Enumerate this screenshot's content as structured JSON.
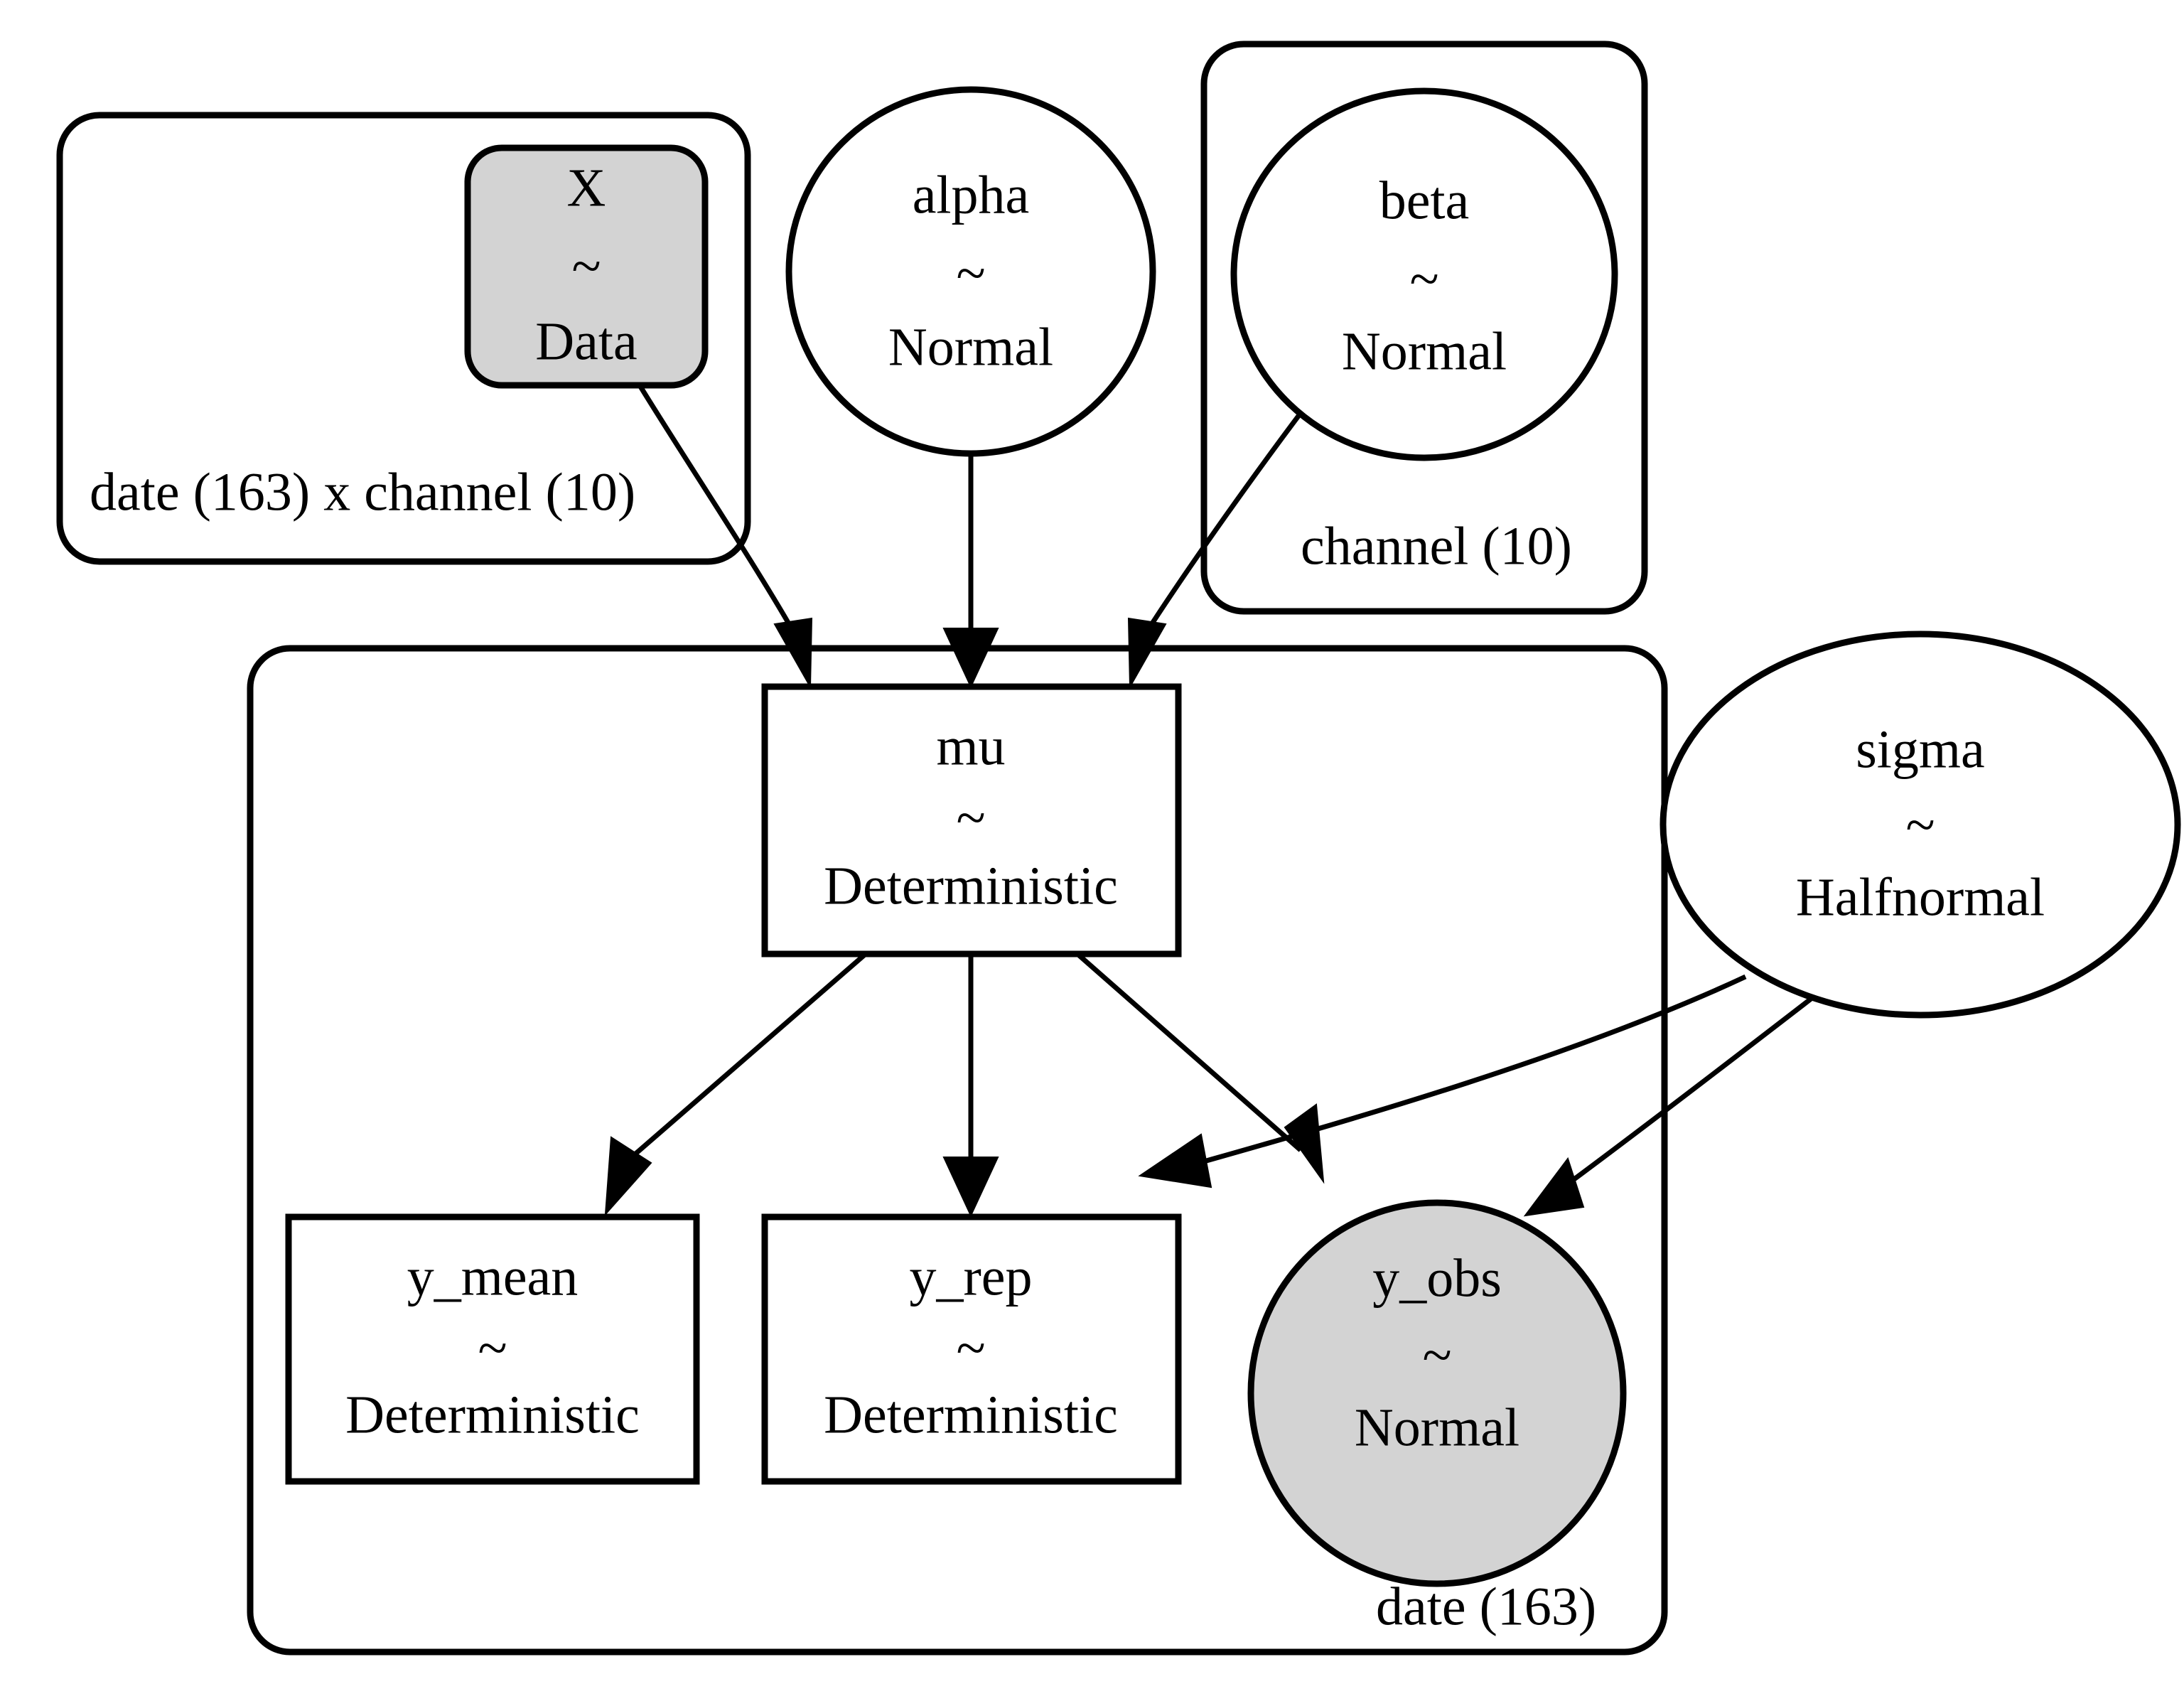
{
  "diagram": {
    "kind": "pymc-model-graph",
    "background_color": "#ffffff",
    "stroke_color": "#000000",
    "observed_fill_color": "#d3d3d3",
    "unobserved_fill_color": "#ffffff"
  },
  "plates": [
    {
      "id": "plate-date-channel",
      "label": "date (163) x channel (10)",
      "dims": [
        "date (163)",
        "channel (10)"
      ]
    },
    {
      "id": "plate-channel",
      "label": "channel (10)",
      "dims": [
        "channel (10)"
      ]
    },
    {
      "id": "plate-date",
      "label": "date (163)",
      "dims": [
        "date (163)"
      ]
    }
  ],
  "nodes": [
    {
      "id": "X",
      "name": "X",
      "tilde": "~",
      "distribution": "Data",
      "shape": "rounded-box",
      "observed": true,
      "fill": "#d3d3d3",
      "plate": "plate-date-channel"
    },
    {
      "id": "alpha",
      "name": "alpha",
      "tilde": "~",
      "distribution": "Normal",
      "shape": "ellipse",
      "observed": false,
      "fill": "#ffffff",
      "plate": null
    },
    {
      "id": "beta",
      "name": "beta",
      "tilde": "~",
      "distribution": "Normal",
      "shape": "ellipse",
      "observed": false,
      "fill": "#ffffff",
      "plate": "plate-channel"
    },
    {
      "id": "mu",
      "name": "mu",
      "tilde": "~",
      "distribution": "Deterministic",
      "shape": "box",
      "observed": false,
      "fill": "#ffffff",
      "plate": "plate-date"
    },
    {
      "id": "sigma",
      "name": "sigma",
      "tilde": "~",
      "distribution": "Halfnormal",
      "shape": "ellipse",
      "observed": false,
      "fill": "#ffffff",
      "plate": null
    },
    {
      "id": "y_mean",
      "name": "y_mean",
      "tilde": "~",
      "distribution": "Deterministic",
      "shape": "box",
      "observed": false,
      "fill": "#ffffff",
      "plate": "plate-date"
    },
    {
      "id": "y_rep",
      "name": "y_rep",
      "tilde": "~",
      "distribution": "Deterministic",
      "shape": "box",
      "observed": false,
      "fill": "#ffffff",
      "plate": "plate-date"
    },
    {
      "id": "y_obs",
      "name": "y_obs",
      "tilde": "~",
      "distribution": "Normal",
      "shape": "ellipse",
      "observed": true,
      "fill": "#d3d3d3",
      "plate": "plate-date"
    }
  ],
  "edges": [
    {
      "id": "edge-X-mu",
      "from": "X",
      "to": "mu",
      "arrow": true
    },
    {
      "id": "edge-alpha-mu",
      "from": "alpha",
      "to": "mu",
      "arrow": true
    },
    {
      "id": "edge-beta-mu",
      "from": "beta",
      "to": "mu",
      "arrow": true
    },
    {
      "id": "edge-mu-y_mean",
      "from": "mu",
      "to": "y_mean",
      "arrow": true
    },
    {
      "id": "edge-mu-y_rep",
      "from": "mu",
      "to": "y_rep",
      "arrow": true
    },
    {
      "id": "edge-mu-y_obs",
      "from": "mu",
      "to": "y_obs",
      "arrow": true
    },
    {
      "id": "edge-sigma-y_rep",
      "from": "sigma",
      "to": "y_rep",
      "arrow": true
    },
    {
      "id": "edge-sigma-y_obs",
      "from": "sigma",
      "to": "y_obs",
      "arrow": true
    }
  ]
}
